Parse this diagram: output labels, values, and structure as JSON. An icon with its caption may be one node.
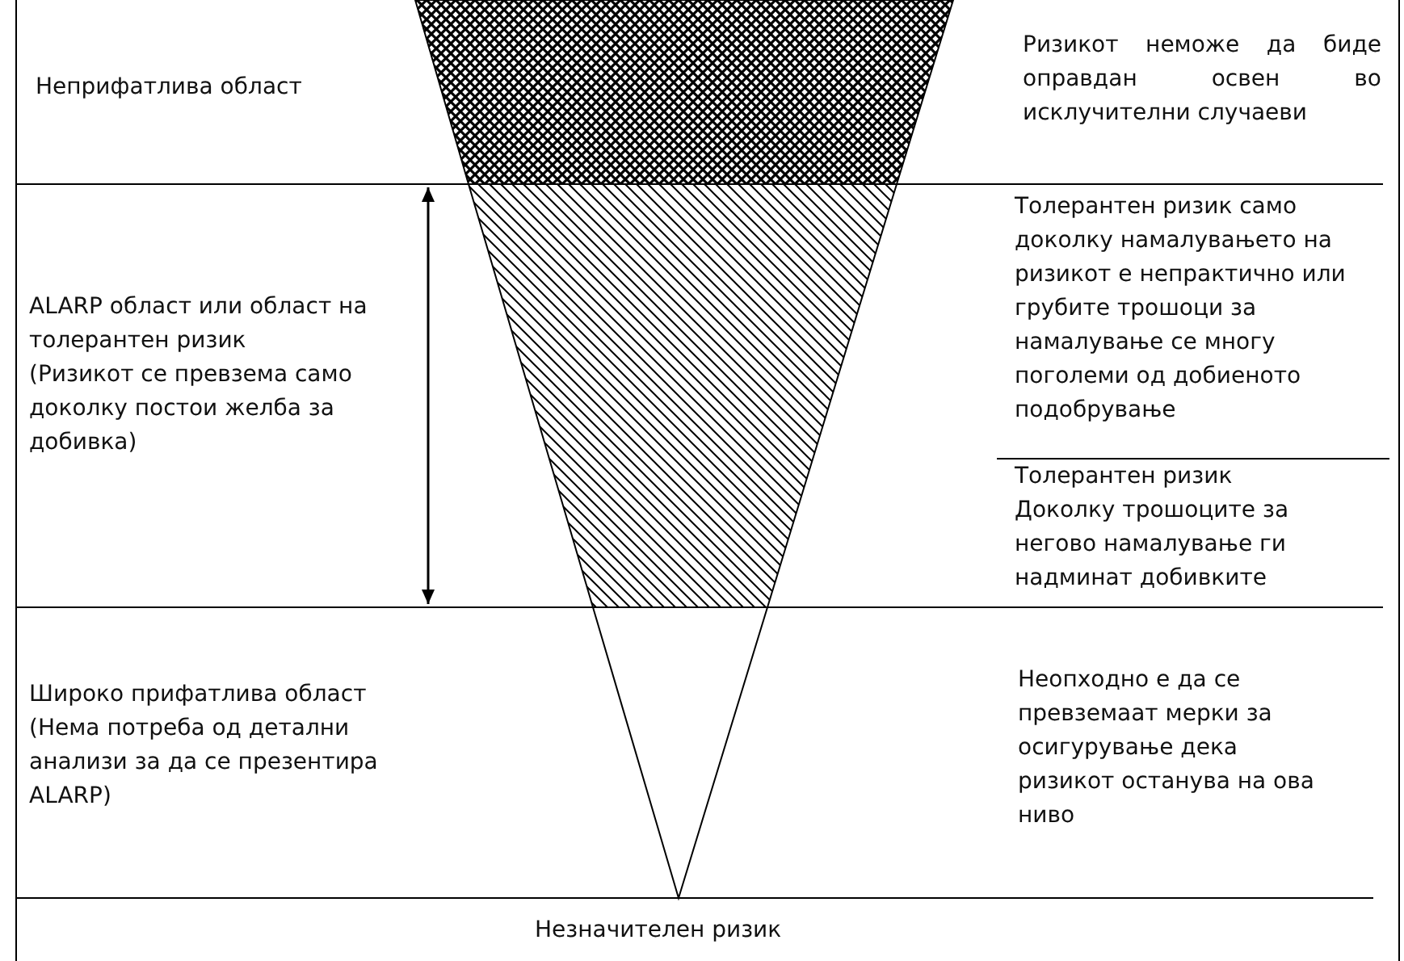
{
  "diagram": {
    "labels": [
      "Неприфатлива област",
      "Ризикот неможе да биде оправдан освен во исклучителни случаеви",
      "Толерантен ризик само доколку намалувањето на ризикот е непрактично или грубите трошоци за намалување се многу поголеми од добиеното подобрување",
      "ALARP област или област на толерантен ризик",
      "(Ризикот се превзема само доколку постои желба за добивка)",
      "Толерантен ризик",
      "Доколку трошоците за негово намалување ги надминат добивките",
      "Широко прифатлива област",
      "(Нема потреба од детални анализи за да се презентира ALARP)",
      "Неопходно е да се превземаат мерки за осигурување дека ризикот останува на ова ниво",
      "Незначителен ризик"
    ]
  }
}
